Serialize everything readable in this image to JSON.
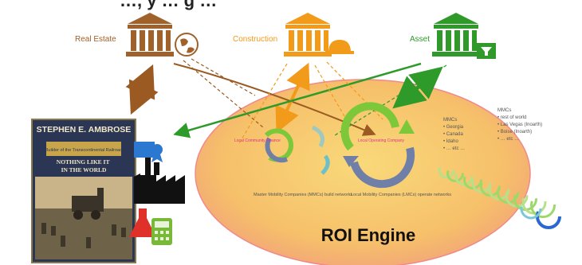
{
  "header": {
    "partial_title": "…, y … g …"
  },
  "hubs": [
    {
      "label": "Real Estate",
      "color": "#a0612a",
      "icon": "bank-icon",
      "badge_icon": "globe-icon"
    },
    {
      "label": "Construction",
      "color": "#f29a1a",
      "icon": "bank-icon",
      "badge_icon": "hardhat-icon"
    },
    {
      "label": "Asset",
      "color": "#2f9a2a",
      "icon": "bank-icon",
      "badge_icon": "funnel-icon"
    }
  ],
  "book": {
    "author": "STEPHEN E. AMBROSE",
    "subtitle": "Builder of the Transcontinental Railroad",
    "title": "NOTHING LIKE IT IN THE WORLD"
  },
  "engine": {
    "title": "ROI Engine",
    "left_cycle_label": "Local Community Finance",
    "right_cycle_label": "Local Operating Company",
    "note_left": "Master Mobility Companies (MMCs) build networks",
    "note_right": "Local Mobility Companies (LMCs) operate networks",
    "mmc_list_1": [
      "MMCs",
      "• Georgia",
      "• Canada",
      "• Idaho",
      "• … etc …"
    ],
    "mmc_list_2": [
      "MMCs",
      "• rest of world",
      "• Las Vegas (Inoarth)",
      "• Boise (Inoarth)",
      "• … etc …"
    ]
  },
  "colors": {
    "engine_fill": "#f6c56a",
    "engine_edge": "#f08a8a",
    "green_arrow": "#2e9a2a",
    "brown_arrow": "#9a5a22",
    "orange_arrow": "#f29a1a",
    "cycle_green": "#7cc83a",
    "cycle_blue": "#6f7fa8"
  }
}
